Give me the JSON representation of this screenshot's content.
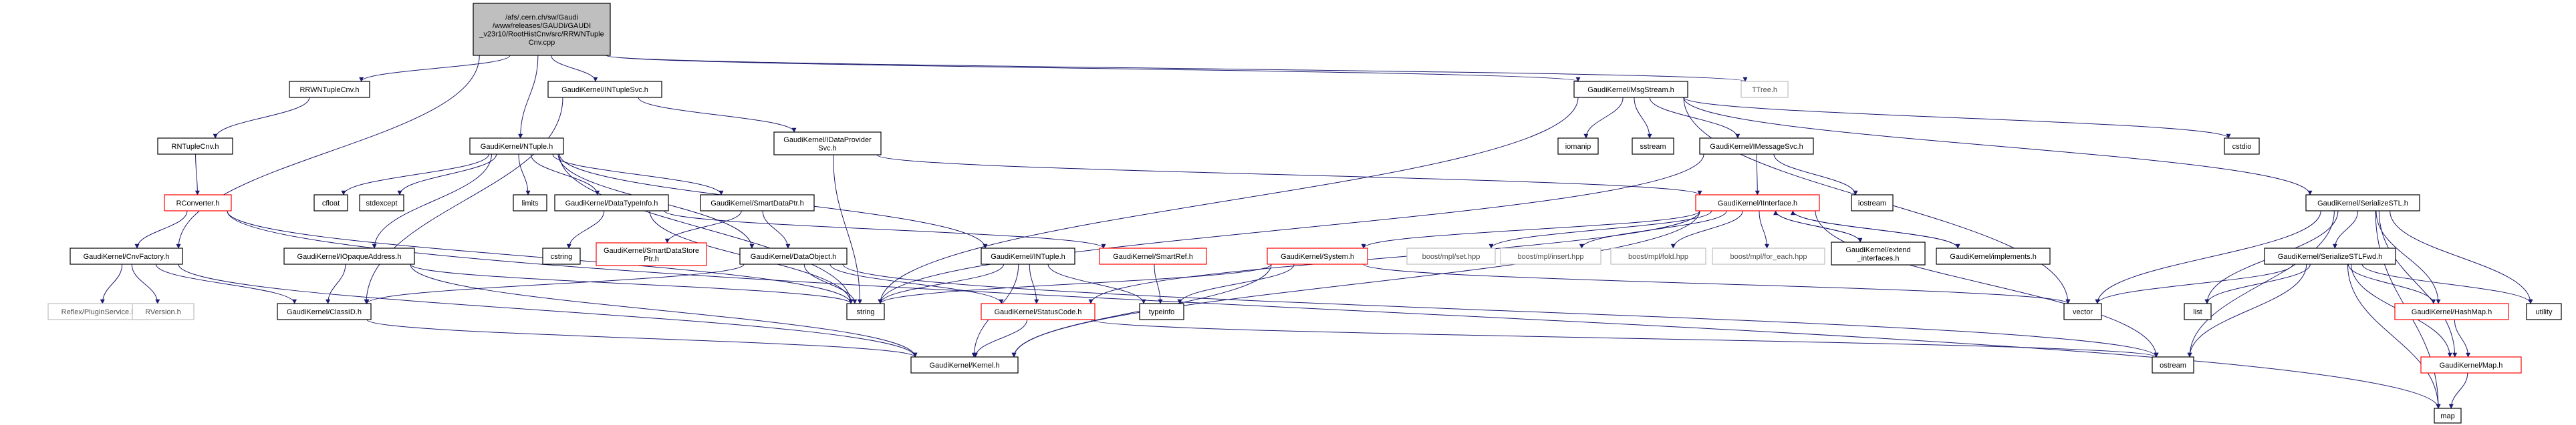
{
  "colors": {
    "edge": "#191970",
    "root_fill": "#bfbfbf",
    "red_border": "#ff0000",
    "gray_border": "#bfbfbf",
    "gray_text": "#4d4d4d",
    "black_border": "#000000"
  },
  "nodes": [
    {
      "id": "root",
      "kind": "root",
      "lines": [
        "/afs/.cern.ch/sw/Gaudi",
        "/www/releases/GAUDI/GAUDI",
        "_v23r10/RootHistCnv/src/RRWNTuple",
        "Cnv.cpp"
      ]
    },
    {
      "id": "rrwntuplecnv",
      "kind": "black",
      "lines": [
        "RRWNTupleCnv.h"
      ]
    },
    {
      "id": "intuplesvc",
      "kind": "black",
      "lines": [
        "GaudiKernel/INTupleSvc.h"
      ]
    },
    {
      "id": "msgstream",
      "kind": "black",
      "lines": [
        "GaudiKernel/MsgStream.h"
      ]
    },
    {
      "id": "ttree",
      "kind": "gray",
      "lines": [
        "TTree.h"
      ]
    },
    {
      "id": "rntuplecnv",
      "kind": "black",
      "lines": [
        "RNTupleCnv.h"
      ]
    },
    {
      "id": "rconverter",
      "kind": "red",
      "lines": [
        "RConverter.h"
      ]
    },
    {
      "id": "cnvfactory",
      "kind": "black",
      "lines": [
        "GaudiKernel/CnvFactory.h"
      ]
    },
    {
      "id": "reflex",
      "kind": "gray",
      "lines": [
        "Reflex/PluginService.h"
      ]
    },
    {
      "id": "rversion",
      "kind": "gray",
      "lines": [
        "RVersion.h"
      ]
    },
    {
      "id": "ntuple",
      "kind": "black",
      "lines": [
        "GaudiKernel/NTuple.h"
      ]
    },
    {
      "id": "idataprovider",
      "kind": "black",
      "lines": [
        "GaudiKernel/IDataProvider",
        "Svc.h"
      ]
    },
    {
      "id": "iomanip",
      "kind": "black",
      "lines": [
        "iomanip"
      ]
    },
    {
      "id": "sstream",
      "kind": "black",
      "lines": [
        "sstream"
      ]
    },
    {
      "id": "imessagesvc",
      "kind": "black",
      "lines": [
        "GaudiKernel/IMessageSvc.h"
      ]
    },
    {
      "id": "cstdio",
      "kind": "black",
      "lines": [
        "cstdio"
      ]
    },
    {
      "id": "serializestl",
      "kind": "black",
      "lines": [
        "GaudiKernel/SerializeSTL.h"
      ]
    },
    {
      "id": "cfloat",
      "kind": "black",
      "lines": [
        "cfloat"
      ]
    },
    {
      "id": "stdexcept",
      "kind": "black",
      "lines": [
        "stdexcept"
      ]
    },
    {
      "id": "limits",
      "kind": "black",
      "lines": [
        "limits"
      ]
    },
    {
      "id": "datatypeinfo",
      "kind": "black",
      "lines": [
        "GaudiKernel/DataTypeInfo.h"
      ]
    },
    {
      "id": "smartdataptr",
      "kind": "black",
      "lines": [
        "GaudiKernel/SmartDataPtr.h"
      ]
    },
    {
      "id": "iopaque",
      "kind": "black",
      "lines": [
        "GaudiKernel/IOpaqueAddress.h"
      ]
    },
    {
      "id": "cstring",
      "kind": "black",
      "lines": [
        "cstring"
      ]
    },
    {
      "id": "smartdatastoreptr",
      "kind": "red",
      "lines": [
        "GaudiKernel/SmartDataStore",
        "Ptr.h"
      ]
    },
    {
      "id": "dataobject",
      "kind": "black",
      "lines": [
        "GaudiKernel/DataObject.h"
      ]
    },
    {
      "id": "intuple",
      "kind": "black",
      "lines": [
        "GaudiKernel/INTuple.h"
      ]
    },
    {
      "id": "smartref",
      "kind": "red",
      "lines": [
        "GaudiKernel/SmartRef.h"
      ]
    },
    {
      "id": "iinterface",
      "kind": "red",
      "lines": [
        "GaudiKernel/IInterface.h"
      ]
    },
    {
      "id": "iostream",
      "kind": "black",
      "lines": [
        "iostream"
      ]
    },
    {
      "id": "system",
      "kind": "red",
      "lines": [
        "GaudiKernel/System.h"
      ]
    },
    {
      "id": "mplset",
      "kind": "gray",
      "lines": [
        "boost/mpl/set.hpp"
      ]
    },
    {
      "id": "mplinsert",
      "kind": "gray",
      "lines": [
        "boost/mpl/insert.hpp"
      ]
    },
    {
      "id": "mplfold",
      "kind": "gray",
      "lines": [
        "boost/mpl/fold.hpp"
      ]
    },
    {
      "id": "mplforeach",
      "kind": "gray",
      "lines": [
        "boost/mpl/for_each.hpp"
      ]
    },
    {
      "id": "extendinterfaces",
      "kind": "black",
      "lines": [
        "GaudiKernel/extend",
        "_interfaces.h"
      ]
    },
    {
      "id": "implements",
      "kind": "black",
      "lines": [
        "GaudiKernel/implements.h"
      ]
    },
    {
      "id": "serializestlfwd",
      "kind": "black",
      "lines": [
        "GaudiKernel/SerializeSTLFwd.h"
      ]
    },
    {
      "id": "classid",
      "kind": "black",
      "lines": [
        "GaudiKernel/ClassID.h"
      ]
    },
    {
      "id": "string",
      "kind": "black",
      "lines": [
        "string"
      ]
    },
    {
      "id": "statuscode",
      "kind": "red",
      "lines": [
        "GaudiKernel/StatusCode.h"
      ]
    },
    {
      "id": "typeinfo",
      "kind": "black",
      "lines": [
        "typeinfo"
      ]
    },
    {
      "id": "vector",
      "kind": "black",
      "lines": [
        "vector"
      ]
    },
    {
      "id": "list",
      "kind": "black",
      "lines": [
        "list"
      ]
    },
    {
      "id": "hashmap",
      "kind": "red",
      "lines": [
        "GaudiKernel/HashMap.h"
      ]
    },
    {
      "id": "utility",
      "kind": "black",
      "lines": [
        "utility"
      ]
    },
    {
      "id": "kernel",
      "kind": "black",
      "lines": [
        "GaudiKernel/Kernel.h"
      ]
    },
    {
      "id": "ostream",
      "kind": "black",
      "lines": [
        "ostream"
      ]
    },
    {
      "id": "map_h",
      "kind": "red",
      "lines": [
        "GaudiKernel/Map.h"
      ]
    },
    {
      "id": "map",
      "kind": "black",
      "lines": [
        "map"
      ]
    }
  ],
  "edges": [
    [
      "root",
      "rrwntuplecnv"
    ],
    [
      "root",
      "intuplesvc"
    ],
    [
      "root",
      "msgstream"
    ],
    [
      "root",
      "ttree"
    ],
    [
      "root",
      "ntuple"
    ],
    [
      "root",
      "cnvfactory"
    ],
    [
      "rrwntuplecnv",
      "rntuplecnv"
    ],
    [
      "rntuplecnv",
      "rconverter"
    ],
    [
      "rconverter",
      "cnvfactory"
    ],
    [
      "rconverter",
      "string"
    ],
    [
      "rconverter",
      "map"
    ],
    [
      "cnvfactory",
      "reflex"
    ],
    [
      "cnvfactory",
      "rversion"
    ],
    [
      "cnvfactory",
      "classid"
    ],
    [
      "cnvfactory",
      "kernel"
    ],
    [
      "intuplesvc",
      "idataprovider"
    ],
    [
      "intuplesvc",
      "classid"
    ],
    [
      "msgstream",
      "iomanip"
    ],
    [
      "msgstream",
      "sstream"
    ],
    [
      "msgstream",
      "imessagesvc"
    ],
    [
      "msgstream",
      "cstdio"
    ],
    [
      "msgstream",
      "serializestl"
    ],
    [
      "msgstream",
      "string"
    ],
    [
      "msgstream",
      "vector"
    ],
    [
      "imessagesvc",
      "iinterface"
    ],
    [
      "imessagesvc",
      "iostream"
    ],
    [
      "imessagesvc",
      "string"
    ],
    [
      "idataprovider",
      "iinterface"
    ],
    [
      "idataprovider",
      "string"
    ],
    [
      "ntuple",
      "cfloat"
    ],
    [
      "ntuple",
      "stdexcept"
    ],
    [
      "ntuple",
      "limits"
    ],
    [
      "ntuple",
      "datatypeinfo"
    ],
    [
      "ntuple",
      "smartdataptr"
    ],
    [
      "ntuple",
      "iopaque"
    ],
    [
      "ntuple",
      "dataobject"
    ],
    [
      "ntuple",
      "intuple"
    ],
    [
      "ntuple",
      "string"
    ],
    [
      "datatypeinfo",
      "cstring"
    ],
    [
      "datatypeinfo",
      "string"
    ],
    [
      "datatypeinfo",
      "smartref"
    ],
    [
      "smartdataptr",
      "smartdatastoreptr"
    ],
    [
      "smartdataptr",
      "dataobject"
    ],
    [
      "iopaque",
      "classid"
    ],
    [
      "iopaque",
      "kernel"
    ],
    [
      "iopaque",
      "string"
    ],
    [
      "dataobject",
      "classid"
    ],
    [
      "dataobject",
      "statuscode"
    ],
    [
      "dataobject",
      "string"
    ],
    [
      "dataobject",
      "ostream"
    ],
    [
      "intuple",
      "statuscode"
    ],
    [
      "intuple",
      "kernel"
    ],
    [
      "intuple",
      "string"
    ],
    [
      "intuple",
      "typeinfo"
    ],
    [
      "smartref",
      "typeinfo"
    ],
    [
      "iinterface",
      "system"
    ],
    [
      "iinterface",
      "mplset"
    ],
    [
      "iinterface",
      "mplinsert"
    ],
    [
      "iinterface",
      "mplfold"
    ],
    [
      "iinterface",
      "mplforeach"
    ],
    [
      "iinterface",
      "extendinterfaces"
    ],
    [
      "iinterface",
      "implements"
    ],
    [
      "iinterface",
      "kernel"
    ],
    [
      "iinterface",
      "statuscode"
    ],
    [
      "iinterface",
      "ostream"
    ],
    [
      "extendinterfaces",
      "iinterface"
    ],
    [
      "implements",
      "iinterface"
    ],
    [
      "system",
      "kernel"
    ],
    [
      "system",
      "string"
    ],
    [
      "system",
      "typeinfo"
    ],
    [
      "system",
      "vector"
    ],
    [
      "serializestl",
      "serializestlfwd"
    ],
    [
      "serializestl",
      "vector"
    ],
    [
      "serializestl",
      "list"
    ],
    [
      "serializestl",
      "hashmap"
    ],
    [
      "serializestl",
      "utility"
    ],
    [
      "serializestl",
      "map_h"
    ],
    [
      "serializestl",
      "ostream"
    ],
    [
      "serializestl",
      "map"
    ],
    [
      "serializestlfwd",
      "vector"
    ],
    [
      "serializestlfwd",
      "list"
    ],
    [
      "serializestlfwd",
      "hashmap"
    ],
    [
      "serializestlfwd",
      "utility"
    ],
    [
      "serializestlfwd",
      "map_h"
    ],
    [
      "serializestlfwd",
      "map"
    ],
    [
      "serializestlfwd",
      "ostream"
    ],
    [
      "hashmap",
      "map_h"
    ],
    [
      "map_h",
      "map"
    ],
    [
      "classid",
      "kernel"
    ],
    [
      "statuscode",
      "kernel"
    ],
    [
      "statuscode",
      "ostream"
    ]
  ]
}
